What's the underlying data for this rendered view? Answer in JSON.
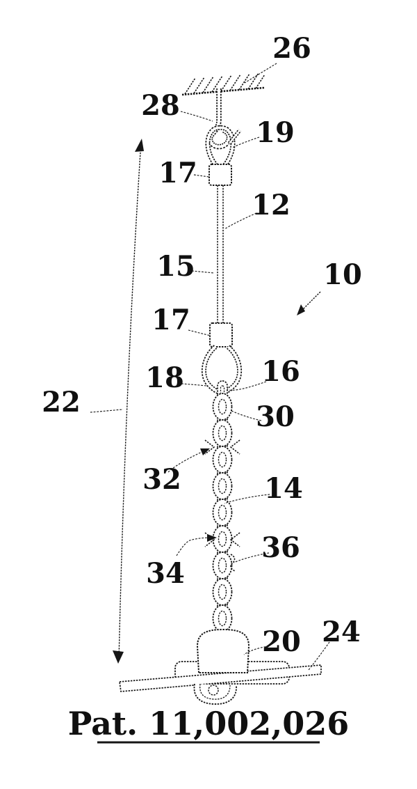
{
  "figure": {
    "kind": "patent line drawing",
    "colors": {
      "ink": "#161616",
      "paper": "#ffffff"
    }
  },
  "labels": {
    "l10": "10",
    "l12": "12",
    "l14": "14",
    "l15": "15",
    "l16": "16",
    "l17_upper": "17",
    "l17_lower": "17",
    "l18": "18",
    "l19": "19",
    "l20": "20",
    "l22": "22",
    "l24": "24",
    "l26": "26",
    "l28": "28",
    "l30": "30",
    "l32": "32",
    "l34": "34",
    "l36": "36"
  },
  "caption": {
    "text": "Pat. 11,002,026"
  }
}
